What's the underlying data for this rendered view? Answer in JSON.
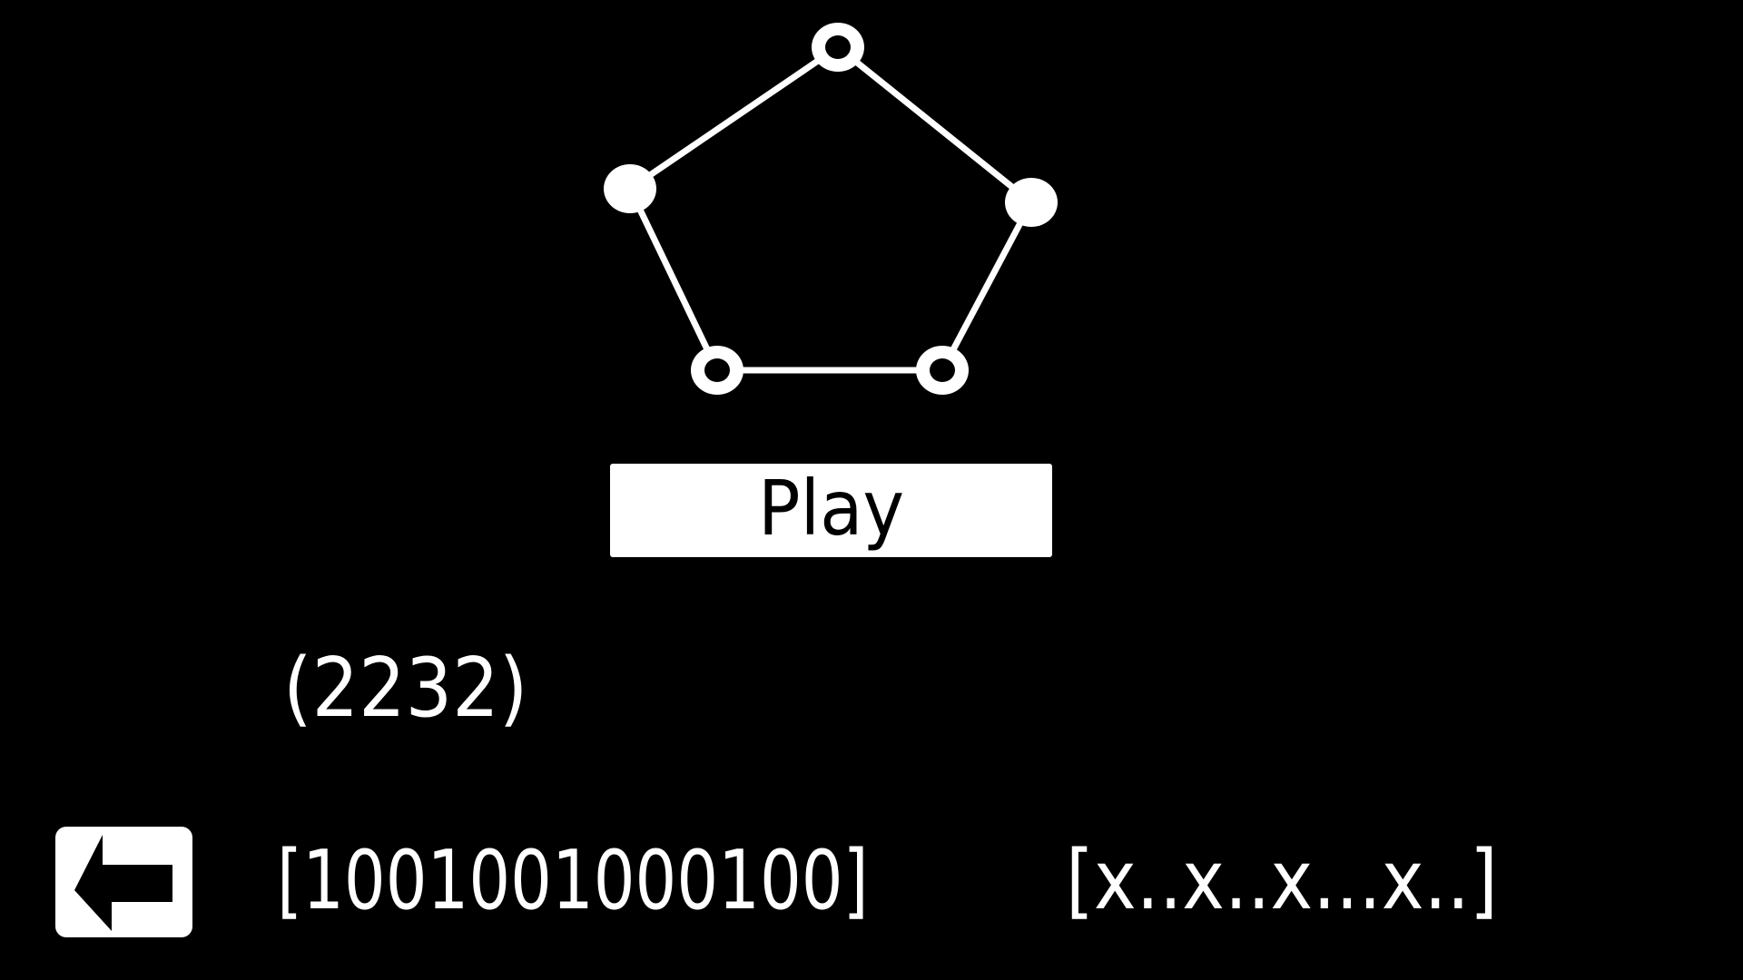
{
  "colors": {
    "background": "#000000",
    "foreground": "#ffffff",
    "button_text": "#000000"
  },
  "rhythm_graph": {
    "vertices": [
      {
        "id": 1,
        "style": "hollow"
      },
      {
        "id": 2,
        "style": "filled"
      },
      {
        "id": 3,
        "style": "hollow"
      },
      {
        "id": 4,
        "style": "hollow"
      },
      {
        "id": 5,
        "style": "filled"
      }
    ]
  },
  "play_button": {
    "label": "Play"
  },
  "pattern_code": "(2232)",
  "binary_pattern": "[1001001000100]",
  "beat_pattern": "[x..x..x...x..]",
  "back_button": {
    "icon": "back-arrow-icon"
  }
}
